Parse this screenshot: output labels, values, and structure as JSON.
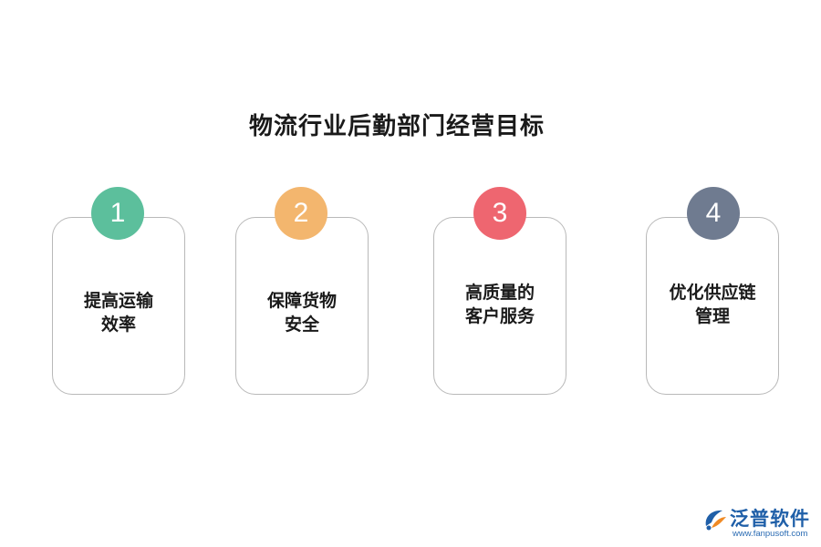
{
  "title": "物流行业后勤部门经营目标",
  "items": [
    {
      "number": "1",
      "line1": "提高运输",
      "line2": "效率",
      "color": "#5cbf9c"
    },
    {
      "number": "2",
      "line1": "保障货物",
      "line2": "安全",
      "color": "#f3b66e"
    },
    {
      "number": "3",
      "line1": "高质量的",
      "line2": "客户服务",
      "color": "#ee6670"
    },
    {
      "number": "4",
      "line1": "优化供应链",
      "line2": "管理",
      "color": "#6f7b90"
    }
  ],
  "logo": {
    "name": "泛普软件",
    "url": "www.fanpusoft.com"
  }
}
